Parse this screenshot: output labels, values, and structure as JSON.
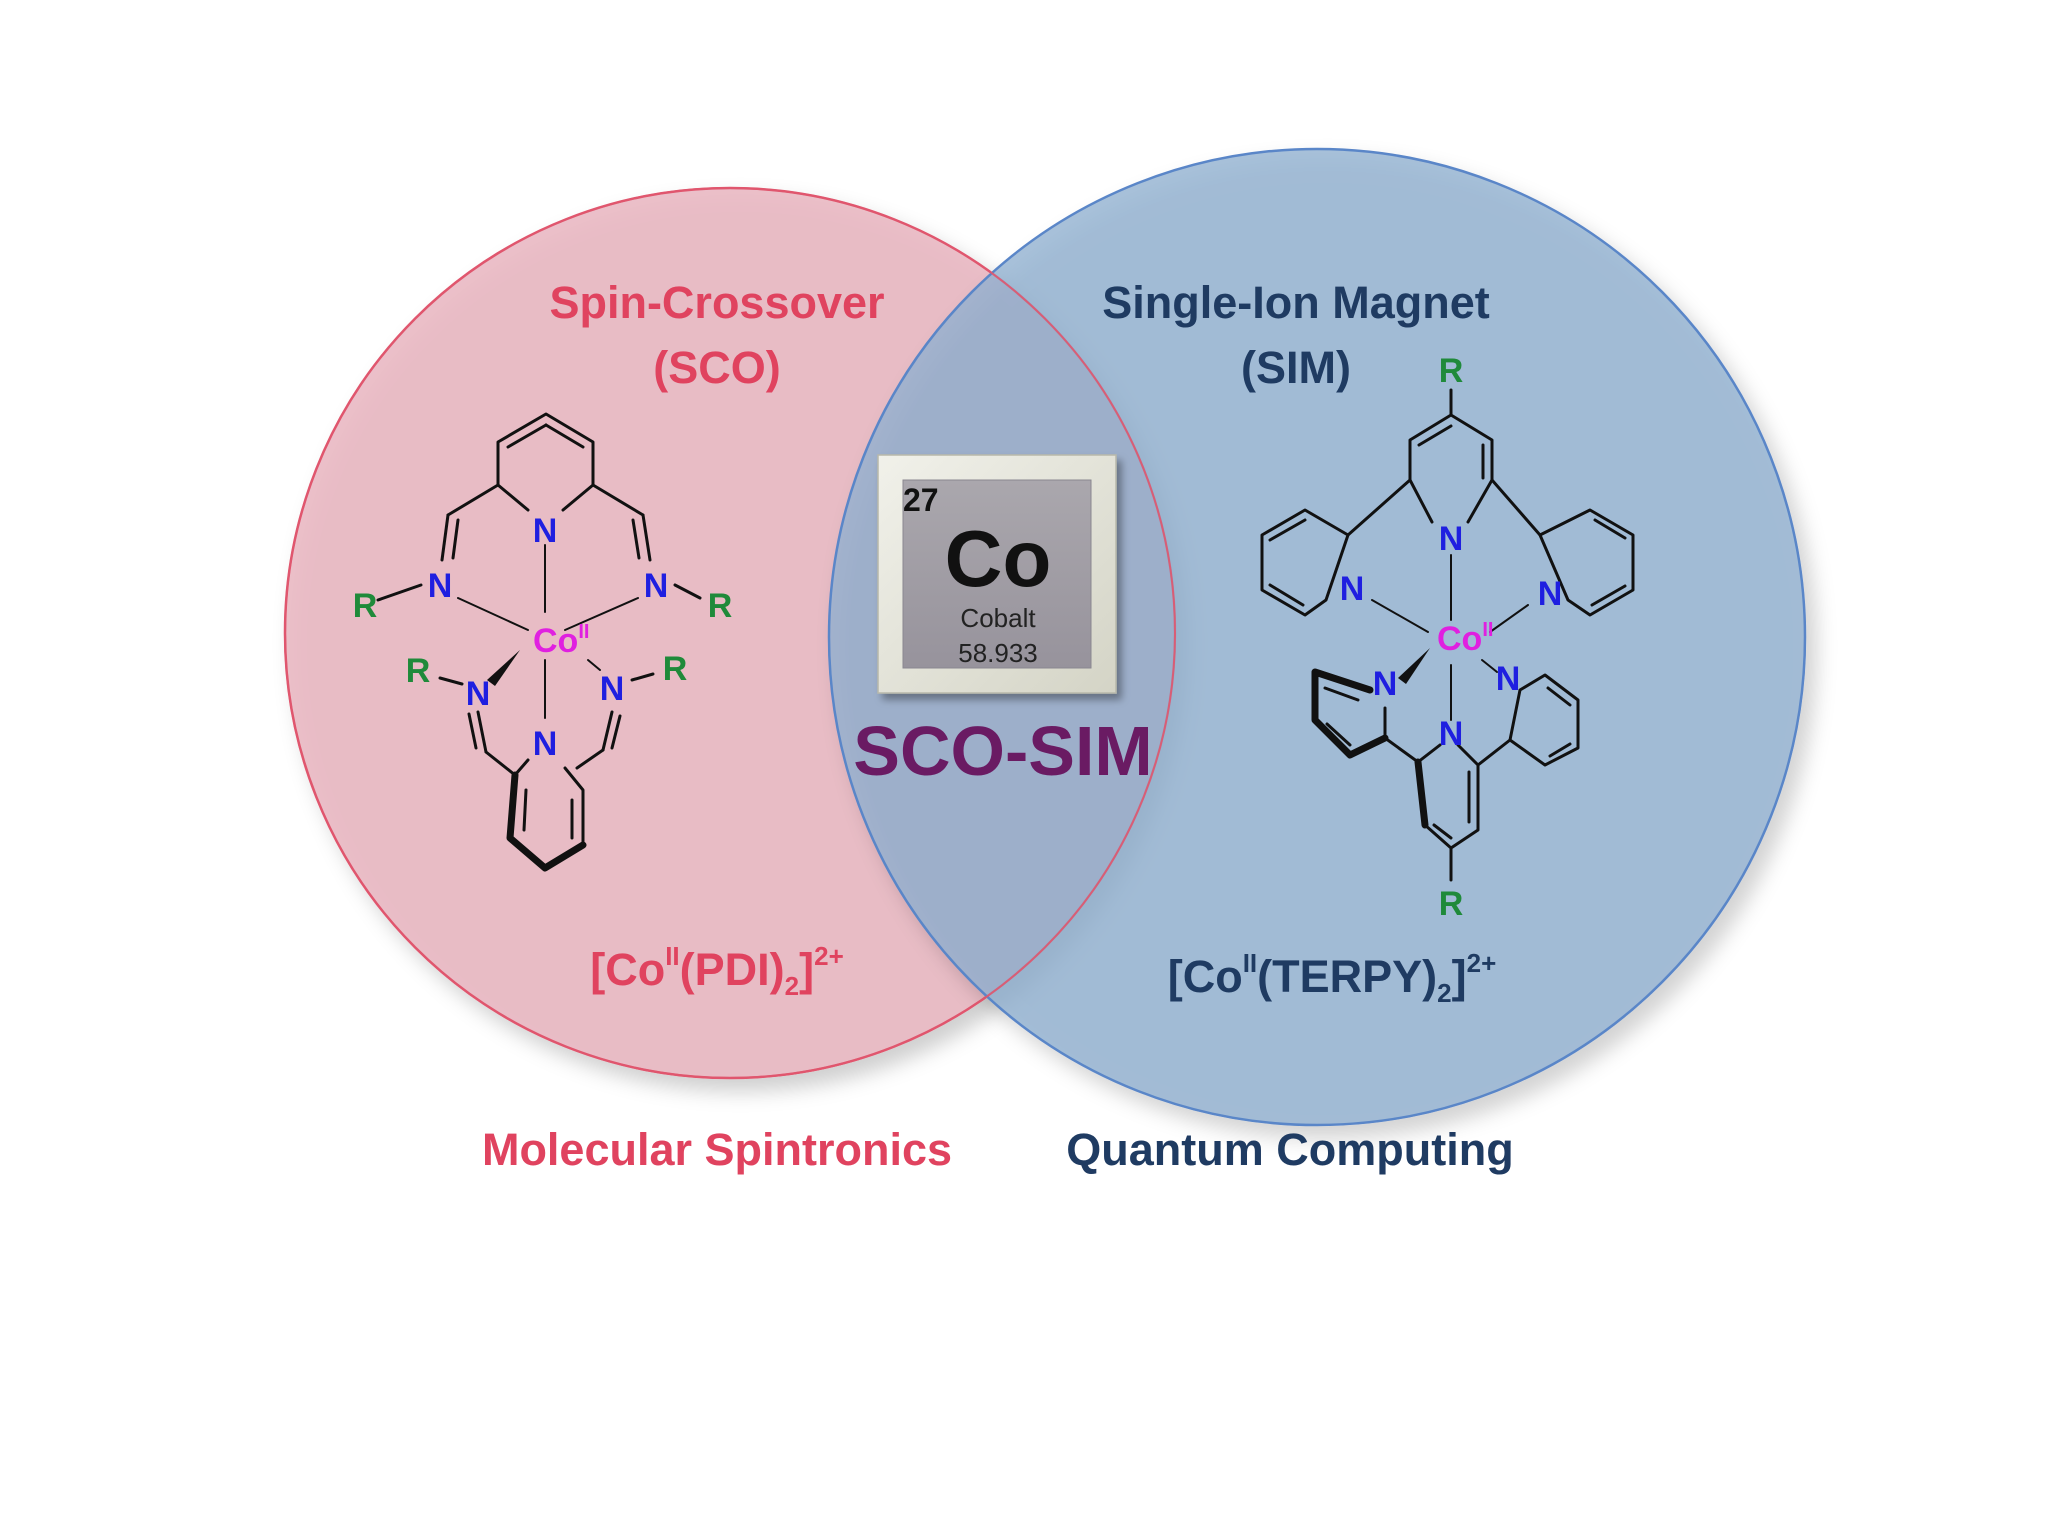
{
  "colors": {
    "sco_fill": "#e9b5bf",
    "sco_stroke": "#e0566e",
    "sim_fill": "#8fb0d0",
    "sim_stroke": "#5a86c8",
    "sco_text": "#e0435f",
    "sim_text": "#1f3b62",
    "overlap_text": "#6a1b63",
    "nitrogen": "#1f1fe0",
    "substituent": "#1f8a3a",
    "cobalt": "#e020e0"
  },
  "left": {
    "title_line1": "Spin-Crossover",
    "title_line2": "(SCO)",
    "formula": {
      "open": "[Co",
      "ox": "II",
      "ligand": "(PDI)",
      "sub": "2",
      "close": "]",
      "charge": "2+"
    },
    "application": "Molecular Spintronics"
  },
  "right": {
    "title_line1": "Single-Ion Magnet",
    "title_line2": "(SIM)",
    "formula": {
      "open": "[Co",
      "ox": "II",
      "ligand": "(TERPY)",
      "sub": "2",
      "close": "]",
      "charge": "2+"
    },
    "application": "Quantum Computing"
  },
  "overlap": {
    "label": "SCO-SIM"
  },
  "element_tile": {
    "atomic_number": "27",
    "symbol": "Co",
    "name": "Cobalt",
    "mass": "58.933"
  },
  "molecule_labels": {
    "nitrogen": "N",
    "substituent": "R",
    "metal": "Co",
    "metal_ox": "II"
  },
  "icons": {
    "element_tile": "periodic-table-tile-icon",
    "pdi_complex": "cobalt-pdi-complex-structure-icon",
    "terpy_complex": "cobalt-terpy-complex-structure-icon"
  }
}
